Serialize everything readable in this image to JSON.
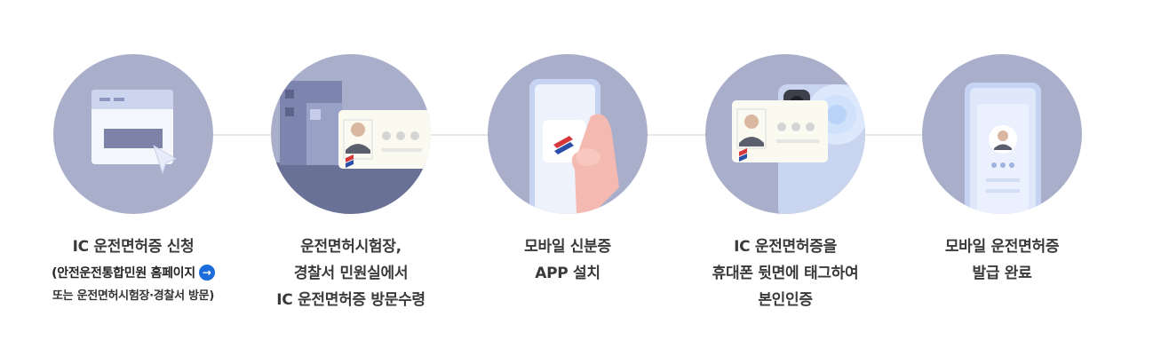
{
  "steps": [
    {
      "lines": [
        "IC 운전면허증 신청"
      ],
      "link_text": "(안전운전통합민원 홈페이지",
      "link_icon": "arrow-right-icon",
      "note": "또는 운전면허시험장·경찰서 방문)",
      "illustration": "browser-window-cursor-icon"
    },
    {
      "lines": [
        "운전면허시험장,",
        "경찰서 민원실에서",
        "IC 운전면허증 방문수령"
      ],
      "illustration": "building-license-card-icon"
    },
    {
      "lines": [
        "모바일 신분증",
        "APP 설치"
      ],
      "illustration": "phone-app-hand-icon"
    },
    {
      "lines": [
        "IC 운전면허증을",
        "휴대폰 뒷면에 태그하여",
        "본인인증"
      ],
      "illustration": "card-tag-phone-icon"
    },
    {
      "lines": [
        "모바일 운전면허증",
        "발급 완료"
      ],
      "illustration": "mobile-license-complete-icon"
    }
  ],
  "colors": {
    "circle": "#a9aecb",
    "connector": "#e6e8ee",
    "link_button": "#1c6cdb",
    "card_logo_red": "#d6373a",
    "card_logo_blue": "#2a4fa8"
  }
}
